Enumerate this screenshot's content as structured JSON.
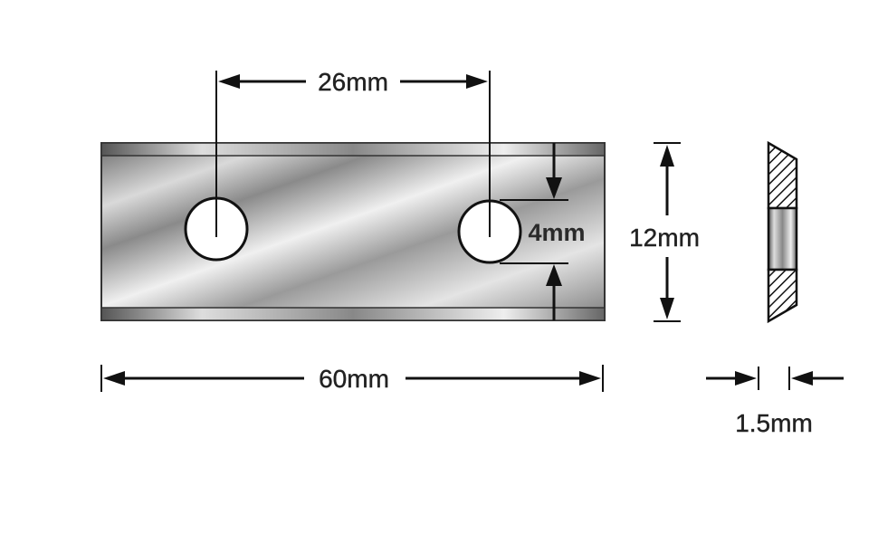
{
  "dimensions": {
    "hole_spacing": "26mm",
    "hole_diameter": "4mm",
    "height": "12mm",
    "length": "60mm",
    "thickness": "1.5mm"
  },
  "colors": {
    "blade_dark": "#555555",
    "blade_light": "#e6e6e6",
    "outline": "#111111",
    "text": "#222222"
  }
}
